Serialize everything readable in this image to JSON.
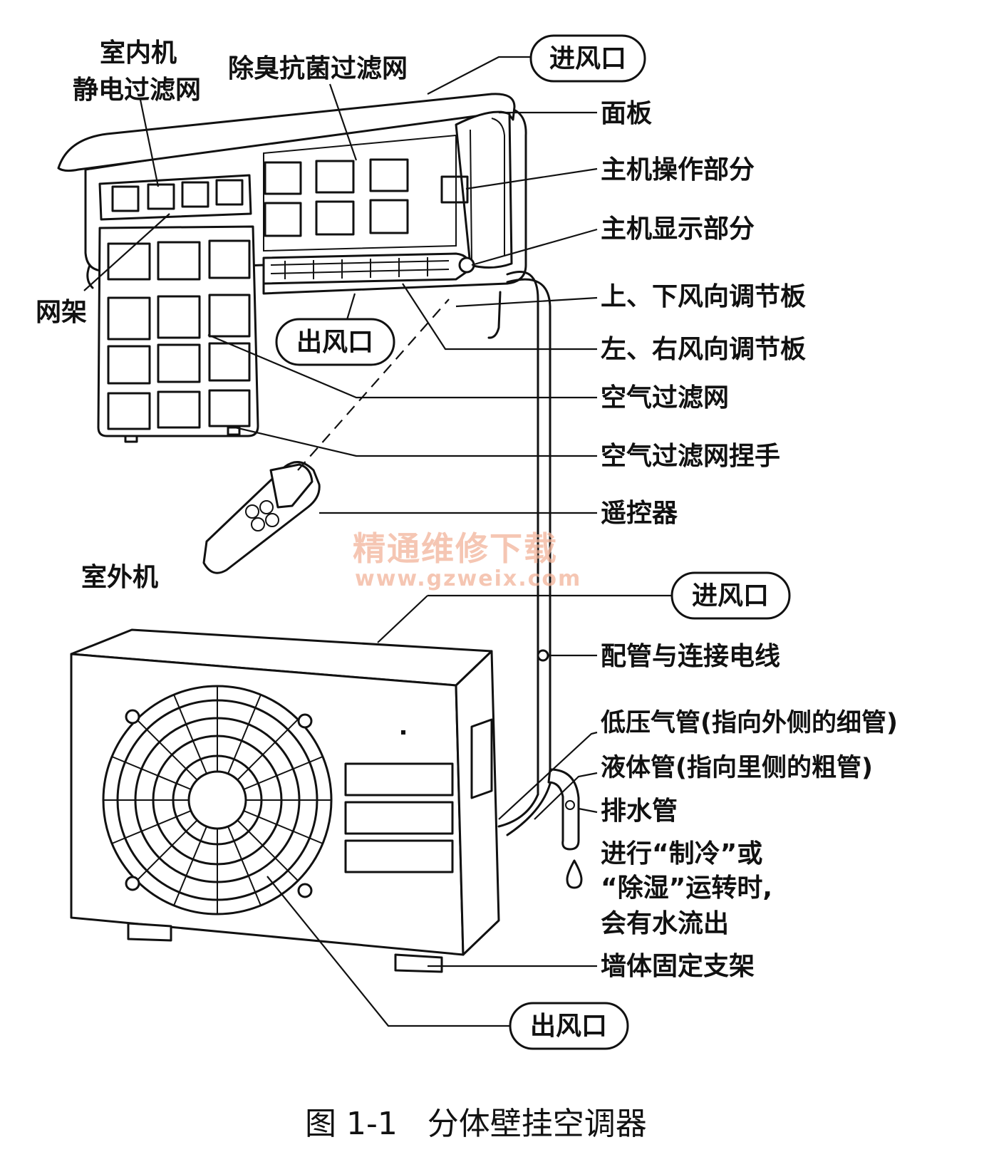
{
  "labels": {
    "indoor_unit_line1": "室内机",
    "indoor_unit_line2": "静电过滤网",
    "deodorizing_filter": "除臭抗菌过滤网",
    "air_inlet_top": "进风口",
    "panel": "面板",
    "main_operation": "主机操作部分",
    "main_display": "主机显示部分",
    "vertical_louver": "上、下风向调节板",
    "horizontal_louver": "左、右风向调节板",
    "air_filter": "空气过滤网",
    "filter_handle": "空气过滤网捏手",
    "remote_control": "遥控器",
    "net_frame": "网架",
    "air_outlet_indoor": "出风口",
    "outdoor_unit": "室外机",
    "air_inlet_outdoor": "进风口",
    "piping_wires": "配管与连接电线",
    "low_pressure_gas_pipe": "低压气管(指向外侧的细管)",
    "liquid_pipe": "液体管(指向里侧的粗管)",
    "drain_pipe": "排水管",
    "water_note_line1": "进行“制冷”或",
    "water_note_line2": "“除湿”运转时,",
    "water_note_line3": "会有水流出",
    "wall_bracket": "墙体固定支架",
    "air_outlet_outdoor": "出风口"
  },
  "caption": "图 1-1   分体壁挂空调器",
  "watermark": {
    "line1": "精通维修下载",
    "line2": "www.gzweix.com"
  }
}
